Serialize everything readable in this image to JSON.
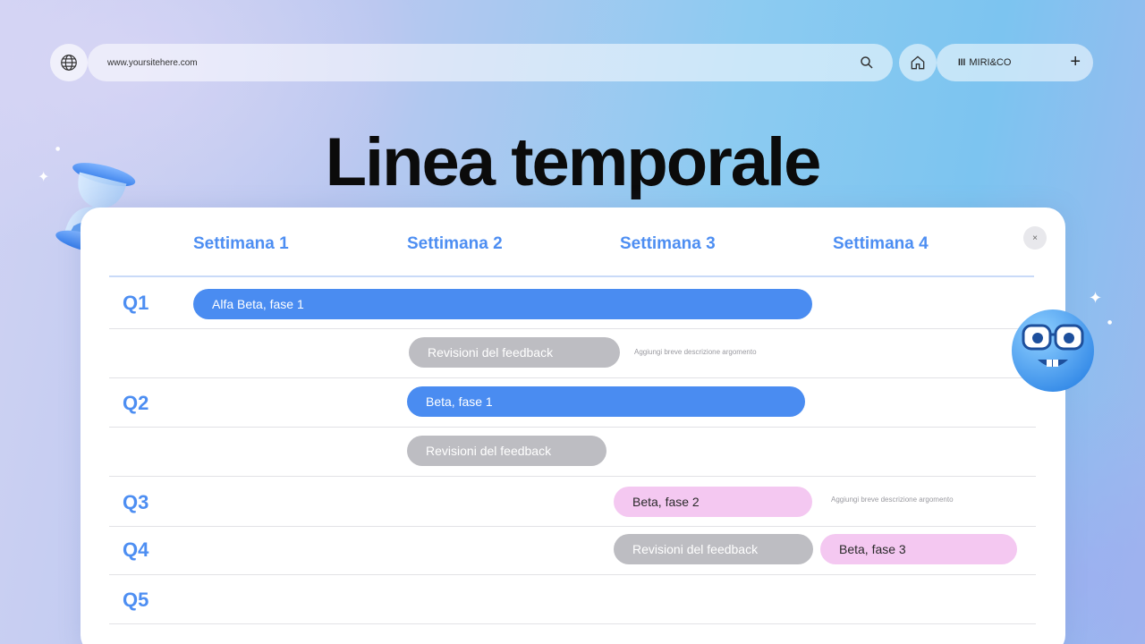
{
  "browser": {
    "url": "www.yoursitehere.com",
    "tab_logo": "lll",
    "tab_label": "MIRI&CO",
    "tab_plus": "+"
  },
  "title": "Linea temporale",
  "close_label": "×",
  "weeks": [
    "Settimana 1",
    "Settimana 2",
    "Settimana 3",
    "Settimana 4"
  ],
  "quarters": [
    "Q1",
    "Q2",
    "Q3",
    "Q4",
    "Q5"
  ],
  "bars": [
    {
      "label": "Alfa Beta, fase 1",
      "color": "blue"
    },
    {
      "label": "Revisioni del feedback",
      "color": "gray"
    },
    {
      "label": "Beta, fase 1",
      "color": "blue"
    },
    {
      "label": "Revisioni del feedback",
      "color": "gray"
    },
    {
      "label": "Beta, fase 2",
      "color": "pink"
    },
    {
      "label": "Revisioni del feedback",
      "color": "gray"
    },
    {
      "label": "Beta, fase 3",
      "color": "pink"
    }
  ],
  "notes": [
    "Aggiungi breve descrizione argomento",
    "Aggiungi breve descrizione argomento"
  ],
  "colors": {
    "accent_blue": "#4a8cf1",
    "gray_bar": "#bdbdc2",
    "pink_bar": "#f4c8f1",
    "title": "#0b0b0b"
  },
  "icons": [
    "globe-icon",
    "search-icon",
    "home-icon",
    "plus-icon",
    "close-icon",
    "hourglass-icon",
    "nerd-emoji-icon",
    "sparkle-icon"
  ]
}
